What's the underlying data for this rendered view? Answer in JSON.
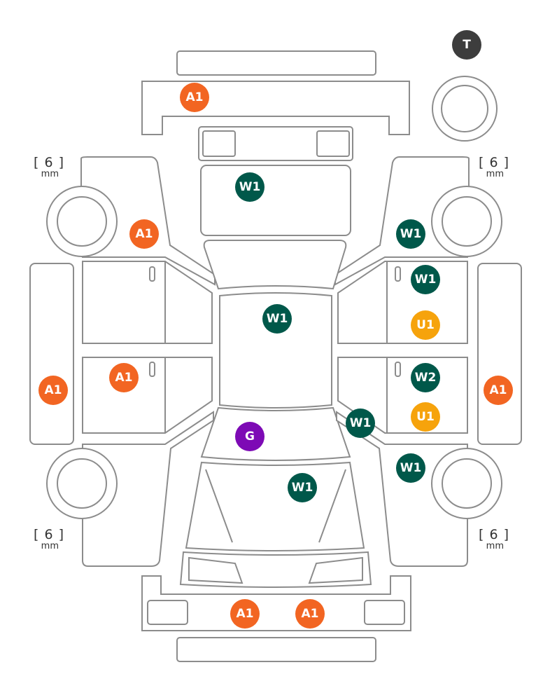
{
  "colors": {
    "A": "#f26522",
    "W": "#00584a",
    "U": "#f6a30c",
    "G": "#7d0ab5",
    "T": "#3d3d3d",
    "outline": "#8c8c8c"
  },
  "tread_depth": {
    "front_left": {
      "value": "6",
      "unit": "mm"
    },
    "front_right": {
      "value": "6",
      "unit": "mm"
    },
    "rear_left": {
      "value": "6",
      "unit": "mm"
    },
    "rear_right": {
      "value": "6",
      "unit": "mm"
    }
  },
  "markers": {
    "spare_tire": {
      "code": "T",
      "type": "T"
    },
    "front_bumper": {
      "code": "A1",
      "type": "A"
    },
    "hood": {
      "code": "W1",
      "type": "W"
    },
    "left_front_fender": {
      "code": "A1",
      "type": "A"
    },
    "right_front_fender": {
      "code": "W1",
      "type": "W"
    },
    "right_front_door_a": {
      "code": "W1",
      "type": "W"
    },
    "right_front_door_b": {
      "code": "U1",
      "type": "U"
    },
    "roof": {
      "code": "W1",
      "type": "W"
    },
    "left_rear_door": {
      "code": "A1",
      "type": "A"
    },
    "right_rear_door_a": {
      "code": "W2",
      "type": "W"
    },
    "right_rear_door_b": {
      "code": "U1",
      "type": "U"
    },
    "left_side_sill": {
      "code": "A1",
      "type": "A"
    },
    "right_side_sill": {
      "code": "A1",
      "type": "A"
    },
    "rear_glass": {
      "code": "G",
      "type": "G"
    },
    "right_rear_pillar": {
      "code": "W1",
      "type": "W"
    },
    "right_rear_quarter": {
      "code": "W1",
      "type": "W"
    },
    "trunk_lid": {
      "code": "W1",
      "type": "W"
    },
    "rear_bumper_left": {
      "code": "A1",
      "type": "A"
    },
    "rear_bumper_right": {
      "code": "A1",
      "type": "A"
    }
  }
}
